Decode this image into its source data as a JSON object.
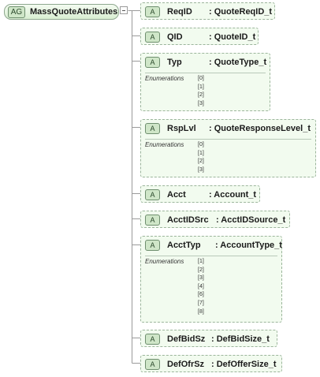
{
  "group": {
    "badge": "AG",
    "name": "MassQuoteAttributes"
  },
  "attributes": [
    {
      "badge": "A",
      "name": "ReqID",
      "type": ": QuoteReqID_t"
    },
    {
      "badge": "A",
      "name": "QID",
      "type": ": QuoteID_t"
    },
    {
      "badge": "A",
      "name": "Typ",
      "type": ": QuoteType_t",
      "enum_label": "Enumerations",
      "enums": [
        "[0]",
        "[1]",
        "[2]",
        "[3]"
      ]
    },
    {
      "badge": "A",
      "name": "RspLvl",
      "type": ": QuoteResponseLevel_t",
      "enum_label": "Enumerations",
      "enums": [
        "[0]",
        "[1]",
        "[2]",
        "[3]"
      ]
    },
    {
      "badge": "A",
      "name": "Acct",
      "type": ": Account_t"
    },
    {
      "badge": "A",
      "name": "AcctIDSrc",
      "type": ": AcctIDSource_t"
    },
    {
      "badge": "A",
      "name": "AcctTyp",
      "type": ": AccountType_t",
      "enum_label": "Enumerations",
      "enums": [
        "[1]",
        "[2]",
        "[3]",
        "[4]",
        "[6]",
        "[7]",
        "[8]"
      ]
    },
    {
      "badge": "A",
      "name": "DefBidSz",
      "type": ": DefBidSize_t"
    },
    {
      "badge": "A",
      "name": "DefOfrSz",
      "type": ": DefOfferSize_t"
    }
  ]
}
